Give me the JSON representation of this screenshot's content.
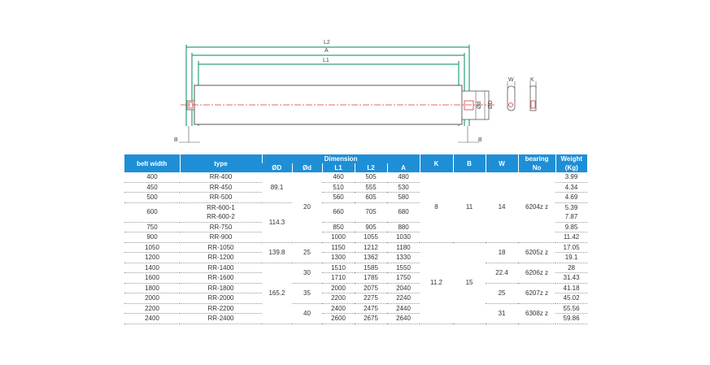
{
  "drawing": {
    "labels": {
      "l2": "L2",
      "a": "A",
      "l1": "L1",
      "b_left": "B",
      "b_right": "B",
      "od": "ØD",
      "id": "Ød",
      "w": "W",
      "k": "K"
    },
    "colors": {
      "frame": "#2aa27a",
      "centerline": "#d23c3c",
      "line": "#555555"
    }
  },
  "table": {
    "headers": {
      "belt_width": "belt width",
      "type": "type",
      "dimension": "Dimension",
      "od": "ØD",
      "id": "Ød",
      "l1": "L1",
      "l2": "L2",
      "a": "A",
      "k": "K",
      "b": "B",
      "w": "W",
      "bearing_l1": "bearing",
      "bearing_l2": "No",
      "weight_l1": "Weight",
      "weight_l2": "(Kg)"
    },
    "rows": [
      {
        "belt": "400",
        "type": "RR-400",
        "l1": "460",
        "l2": "505",
        "a": "480",
        "weight": "3.99"
      },
      {
        "belt": "450",
        "type": "RR-450",
        "l1": "510",
        "l2": "555",
        "a": "530",
        "weight": "4.34"
      },
      {
        "belt": "500",
        "type": "RR-500",
        "l1": "560",
        "l2": "605",
        "a": "580",
        "weight": "4.69"
      },
      {
        "belt": "600",
        "type": "RR-600-1",
        "type2": "RR-600-2",
        "l1": "660",
        "l2": "705",
        "a": "680",
        "weight": "5.39",
        "weight2": "7.87"
      },
      {
        "belt": "750",
        "type": "RR-750",
        "l1": "850",
        "l2": "905",
        "a": "880",
        "weight": "9.85"
      },
      {
        "belt": "900",
        "type": "RR-900",
        "l1": "1000",
        "l2": "1055",
        "a": "1030",
        "weight": "11.42"
      },
      {
        "belt": "1050",
        "type": "RR-1050",
        "l1": "1150",
        "l2": "1212",
        "a": "1180",
        "weight": "17.05"
      },
      {
        "belt": "1200",
        "type": "RR-1200",
        "l1": "1300",
        "l2": "1362",
        "a": "1330",
        "weight": "19.1"
      },
      {
        "belt": "1400",
        "type": "RR-1400",
        "l1": "1510",
        "l2": "1585",
        "a": "1550",
        "weight": "28"
      },
      {
        "belt": "1600",
        "type": "RR-1600",
        "l1": "1710",
        "l2": "1785",
        "a": "1750",
        "weight": "31.43"
      },
      {
        "belt": "1800",
        "type": "RR-1800",
        "l1": "2000",
        "l2": "2075",
        "a": "2040",
        "weight": "41.18"
      },
      {
        "belt": "2000",
        "type": "RR-2000",
        "l1": "2200",
        "l2": "2275",
        "a": "2240",
        "weight": "45.02"
      },
      {
        "belt": "2200",
        "type": "RR-2200",
        "l1": "2400",
        "l2": "2475",
        "a": "2440",
        "weight": "55.56"
      },
      {
        "belt": "2400",
        "type": "RR-2400",
        "l1": "2600",
        "l2": "2675",
        "a": "2640",
        "weight": "59.86"
      }
    ],
    "merged": {
      "od_1": "89.1",
      "od_2": "114.3",
      "od_3": "139.8",
      "od_4": "165.2",
      "id_1": "20",
      "id_2": "25",
      "id_3": "30",
      "id_4": "35",
      "id_5": "40",
      "k_1": "8",
      "k_2": "11.2",
      "b_1": "11",
      "b_2": "15",
      "w_1": "14",
      "w_2": "18",
      "w_3": "22.4",
      "w_4": "25",
      "w_5": "31",
      "bearing_1": "6204z z",
      "bearing_2": "6205z z",
      "bearing_3": "6206z z",
      "bearing_4": "6207z z",
      "bearing_5": "6308z z"
    }
  }
}
